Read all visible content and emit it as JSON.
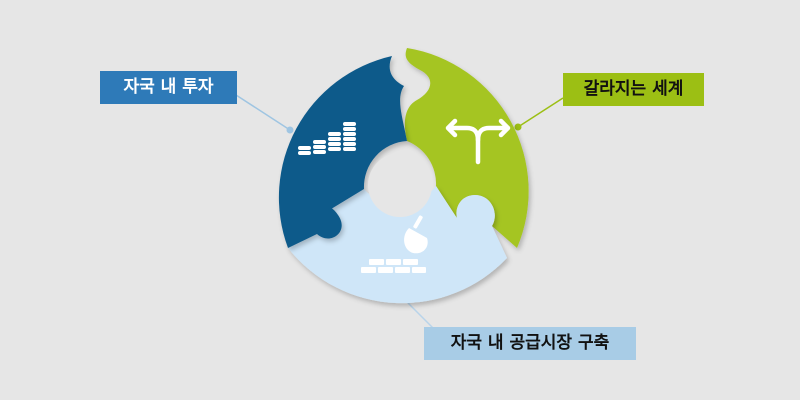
{
  "diagram": {
    "segments": [
      {
        "id": "investment",
        "label": "자국 내 투자",
        "color": "#0f5a8a",
        "icon": "coin-stacks-icon"
      },
      {
        "id": "divergence",
        "label": "갈라지는 세계",
        "color": "#a5c520",
        "icon": "split-arrow-icon"
      },
      {
        "id": "supply",
        "label": "자국 내 공급시장 구축",
        "color": "#cfe6f8",
        "icon": "trowel-bricks-icon"
      }
    ],
    "colors": {
      "background": "#e6e6e6",
      "label_blue": "#2e7ab8",
      "label_green": "#9cbf14",
      "label_lightblue": "#a8cce6",
      "leader_line": "#b8d4ea"
    }
  }
}
